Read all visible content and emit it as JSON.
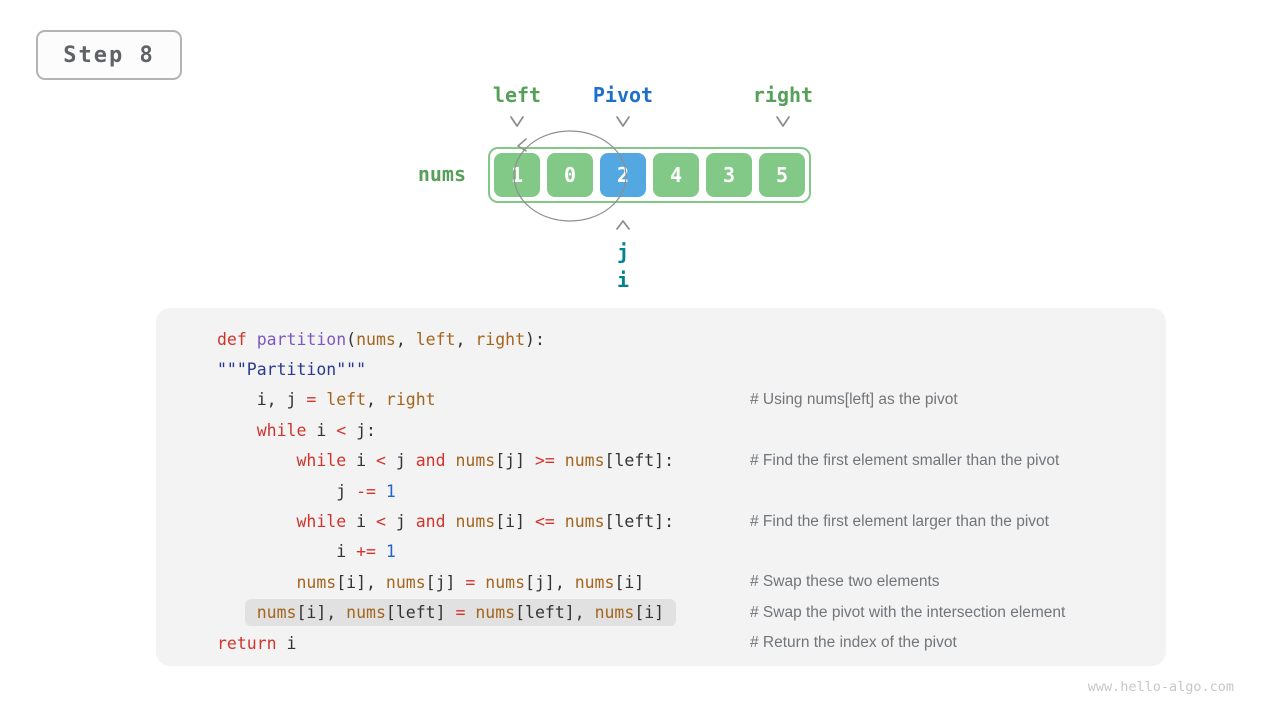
{
  "page": {
    "watermark": "www.hello-algo.com"
  },
  "step_badge": {
    "label": "Step 8"
  },
  "figure": {
    "pointer_left": "left",
    "pointer_pivot": "Pivot",
    "pointer_right": "right",
    "nums_label": "nums",
    "pointer_j": "j",
    "pointer_i": "i",
    "cells": [
      {
        "value": "1",
        "color": "green"
      },
      {
        "value": "0",
        "color": "green"
      },
      {
        "value": "2",
        "color": "blue"
      },
      {
        "value": "4",
        "color": "green"
      },
      {
        "value": "3",
        "color": "green"
      },
      {
        "value": "5",
        "color": "green"
      }
    ],
    "colors": {
      "label_green": "#57a05a",
      "pivot_blue": "#1e6fc9",
      "pointer_teal": "#00838f",
      "cell_green": "#82c886",
      "cell_blue": "#53a8e2",
      "arrow_gray": "#8b8b8b"
    }
  },
  "code": {
    "lines": [
      {
        "indent": 0,
        "highlight": false,
        "comment": "",
        "tokens": [
          {
            "t": "def",
            "c": "kw"
          },
          {
            "t": " ",
            "c": "pl"
          },
          {
            "t": "partition",
            "c": "fn"
          },
          {
            "t": "(",
            "c": "pl"
          },
          {
            "t": "nums",
            "c": "var"
          },
          {
            "t": ", ",
            "c": "pl"
          },
          {
            "t": "left",
            "c": "var"
          },
          {
            "t": ", ",
            "c": "pl"
          },
          {
            "t": "right",
            "c": "var"
          },
          {
            "t": "):",
            "c": "pl"
          }
        ]
      },
      {
        "indent": 0,
        "highlight": false,
        "comment": "",
        "tokens": [
          {
            "t": "\"\"\"Partition\"\"\"",
            "c": "str"
          }
        ]
      },
      {
        "indent": 4,
        "highlight": false,
        "comment": "# Using nums[left] as the pivot",
        "tokens": [
          {
            "t": "i, j ",
            "c": "pl"
          },
          {
            "t": "=",
            "c": "kw"
          },
          {
            "t": " ",
            "c": "pl"
          },
          {
            "t": "left",
            "c": "var"
          },
          {
            "t": ", ",
            "c": "pl"
          },
          {
            "t": "right",
            "c": "var"
          }
        ]
      },
      {
        "indent": 4,
        "highlight": false,
        "comment": "",
        "tokens": [
          {
            "t": "while",
            "c": "kw"
          },
          {
            "t": " i ",
            "c": "pl"
          },
          {
            "t": "<",
            "c": "kw"
          },
          {
            "t": " j:",
            "c": "pl"
          }
        ]
      },
      {
        "indent": 8,
        "highlight": false,
        "comment": "# Find the first element smaller than the pivot",
        "tokens": [
          {
            "t": "while",
            "c": "kw"
          },
          {
            "t": " i ",
            "c": "pl"
          },
          {
            "t": "<",
            "c": "kw"
          },
          {
            "t": " j ",
            "c": "pl"
          },
          {
            "t": "and",
            "c": "kw"
          },
          {
            "t": " ",
            "c": "pl"
          },
          {
            "t": "nums",
            "c": "var"
          },
          {
            "t": "[j] ",
            "c": "pl"
          },
          {
            "t": ">=",
            "c": "kw"
          },
          {
            "t": " ",
            "c": "pl"
          },
          {
            "t": "nums",
            "c": "var"
          },
          {
            "t": "[left]:",
            "c": "pl"
          }
        ]
      },
      {
        "indent": 12,
        "highlight": false,
        "comment": "",
        "tokens": [
          {
            "t": "j ",
            "c": "pl"
          },
          {
            "t": "-=",
            "c": "kw"
          },
          {
            "t": " ",
            "c": "pl"
          },
          {
            "t": "1",
            "c": "num"
          }
        ]
      },
      {
        "indent": 8,
        "highlight": false,
        "comment": "# Find the first element larger than the pivot",
        "tokens": [
          {
            "t": "while",
            "c": "kw"
          },
          {
            "t": " i ",
            "c": "pl"
          },
          {
            "t": "<",
            "c": "kw"
          },
          {
            "t": " j ",
            "c": "pl"
          },
          {
            "t": "and",
            "c": "kw"
          },
          {
            "t": " ",
            "c": "pl"
          },
          {
            "t": "nums",
            "c": "var"
          },
          {
            "t": "[i] ",
            "c": "pl"
          },
          {
            "t": "<=",
            "c": "kw"
          },
          {
            "t": " ",
            "c": "pl"
          },
          {
            "t": "nums",
            "c": "var"
          },
          {
            "t": "[left]:",
            "c": "pl"
          }
        ]
      },
      {
        "indent": 12,
        "highlight": false,
        "comment": "",
        "tokens": [
          {
            "t": "i ",
            "c": "pl"
          },
          {
            "t": "+=",
            "c": "kw"
          },
          {
            "t": " ",
            "c": "pl"
          },
          {
            "t": "1",
            "c": "num"
          }
        ]
      },
      {
        "indent": 8,
        "highlight": false,
        "comment": "# Swap these two elements",
        "tokens": [
          {
            "t": "nums",
            "c": "var"
          },
          {
            "t": "[i], ",
            "c": "pl"
          },
          {
            "t": "nums",
            "c": "var"
          },
          {
            "t": "[j] ",
            "c": "pl"
          },
          {
            "t": "=",
            "c": "kw"
          },
          {
            "t": " ",
            "c": "pl"
          },
          {
            "t": "nums",
            "c": "var"
          },
          {
            "t": "[j], ",
            "c": "pl"
          },
          {
            "t": "nums",
            "c": "var"
          },
          {
            "t": "[i]",
            "c": "pl"
          }
        ]
      },
      {
        "indent": 4,
        "highlight": true,
        "comment": "# Swap the pivot with the intersection element",
        "tokens": [
          {
            "t": "nums",
            "c": "var"
          },
          {
            "t": "[i], ",
            "c": "pl"
          },
          {
            "t": "nums",
            "c": "var"
          },
          {
            "t": "[left] ",
            "c": "pl"
          },
          {
            "t": "=",
            "c": "kw"
          },
          {
            "t": " ",
            "c": "pl"
          },
          {
            "t": "nums",
            "c": "var"
          },
          {
            "t": "[left], ",
            "c": "pl"
          },
          {
            "t": "nums",
            "c": "var"
          },
          {
            "t": "[i]",
            "c": "pl"
          }
        ]
      },
      {
        "indent": 0,
        "highlight": false,
        "comment": "# Return the index of the pivot",
        "tokens": [
          {
            "t": "return",
            "c": "kw"
          },
          {
            "t": " i",
            "c": "pl"
          }
        ]
      }
    ]
  }
}
